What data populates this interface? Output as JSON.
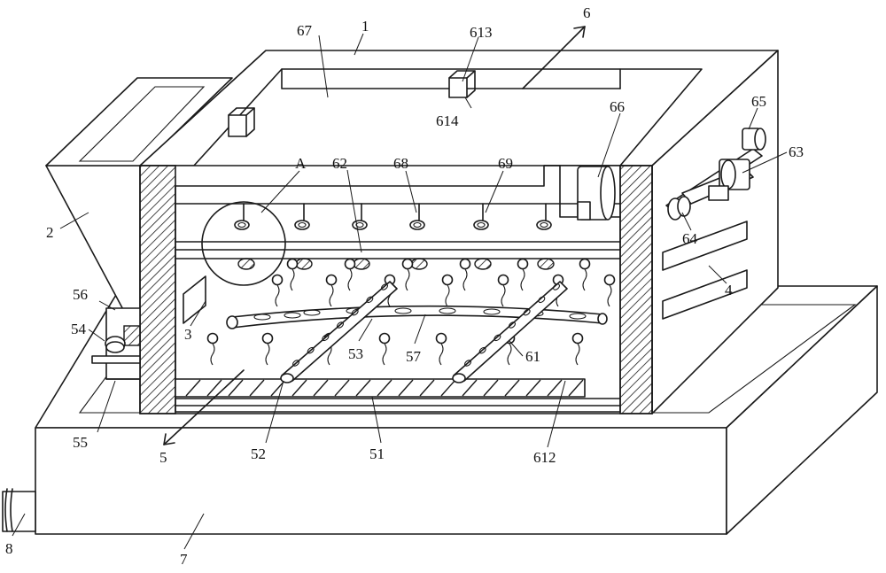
{
  "labels": {
    "l1": "1",
    "l2": "2",
    "l3": "3",
    "l4": "4",
    "l5": "5",
    "l6": "6",
    "l7": "7",
    "l8": "8",
    "l51": "51",
    "l52": "52",
    "l53": "53",
    "l54": "54",
    "l55": "55",
    "l56": "56",
    "l57": "57",
    "l61": "61",
    "l62": "62",
    "l63": "63",
    "l64": "64",
    "l65": "65",
    "l66": "66",
    "l67": "67",
    "l68": "68",
    "l69": "69",
    "l612": "612",
    "l613": "613",
    "l614": "614",
    "lA": "A"
  }
}
